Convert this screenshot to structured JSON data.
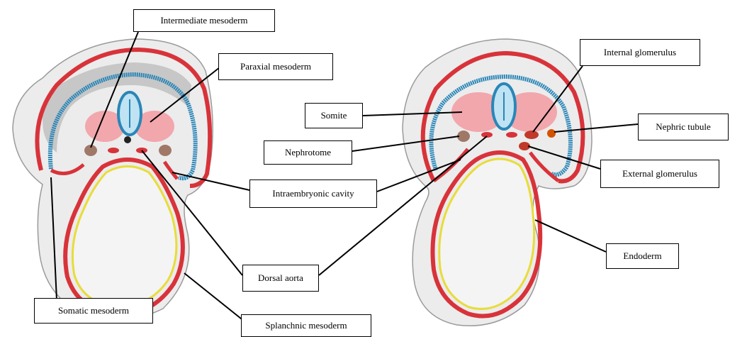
{
  "labels": {
    "intermediate_mesoderm": "Intermediate mesoderm",
    "paraxial_mesoderm": "Paraxial mesoderm",
    "somite": "Somite",
    "nephrotome": "Nephrotome",
    "intraembryonic_cavity": "Intraembryonic cavity",
    "dorsal_aorta": "Dorsal aorta",
    "somatic_mesoderm": "Somatic mesoderm",
    "splanchnic_mesoderm": "Splanchnic mesoderm",
    "internal_glomerulus": "Internal glomerulus",
    "nephric_tubule": "Nephric tubule",
    "external_glomerulus": "External glomerulus",
    "endoderm": "Endoderm"
  },
  "colors": {
    "ectoderm": "#2a86b8",
    "mesoderm_red": "#d8333a",
    "paraxial_pink": "#f2a7ad",
    "endoderm_yellow": "#e8dc3a",
    "tissue_gray": "#ececec",
    "shadow_gray": "#a9a9a9",
    "nephrotome_brown": "#a07868"
  }
}
